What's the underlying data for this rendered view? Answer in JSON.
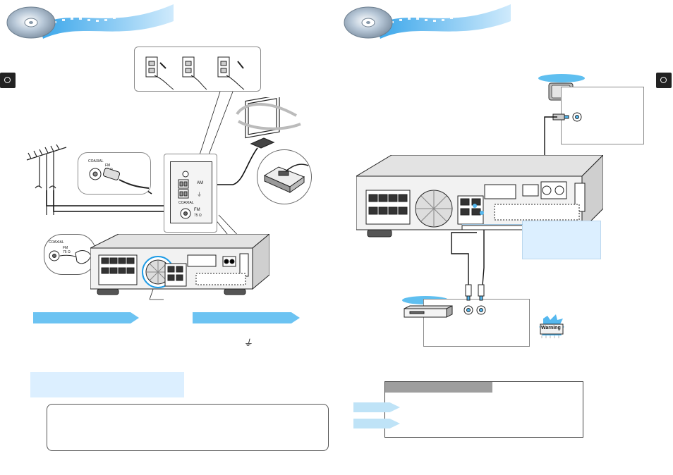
{
  "left_page": {
    "antenna_terminal": {
      "coaxial": "COAXIAL",
      "fm": "FM",
      "ohm": "75 Ω",
      "am": "AM",
      "ground_symbol": "⏚"
    },
    "coax_plug_label": {
      "coaxial": "COAXIAL",
      "fm": "FM",
      "ohm": "75 Ω"
    },
    "wire_label": {
      "coaxial": "COAXIAL",
      "fm": "FM",
      "ohm": "75 Ω"
    },
    "ground_note_symbol": "⏚"
  },
  "right_page": {
    "warning_label": "Warning"
  },
  "colors": {
    "accent_blue": "#6cc3f2",
    "light_blue": "#dcefff",
    "gray_bar": "#9e9e9e"
  }
}
